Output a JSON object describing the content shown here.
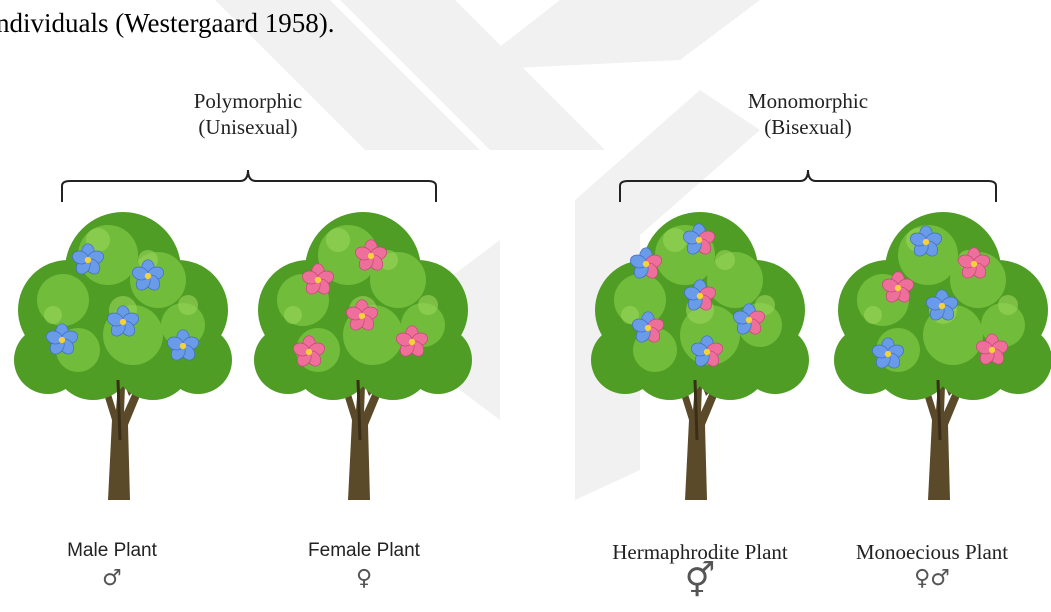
{
  "intro_text": "ndividuals (Westergaard 1958).",
  "groups": {
    "polymorphic": {
      "title": "Polymorphic",
      "subtitle": "(Unisexual)"
    },
    "monomorphic": {
      "title": "Monomorphic",
      "subtitle": "(Bisexual)"
    }
  },
  "plants": [
    {
      "label": "Male Plant",
      "symbol": "♂",
      "flowers": "blue"
    },
    {
      "label": "Female Plant",
      "symbol": "♀",
      "flowers": "pink"
    },
    {
      "label": "Hermaphrodite Plant",
      "symbol": "⚥",
      "flowers": "mixed-blue-pink"
    },
    {
      "label": "Monoecious Plant",
      "symbol": "♀♂",
      "flowers": "blue-and-pink"
    }
  ],
  "colors": {
    "male_flower": "#6a9be8",
    "female_flower": "#ee6f9a",
    "foliage": "#5fae2e",
    "trunk": "#5a4a2a",
    "watermark": "#f0f0f0"
  }
}
